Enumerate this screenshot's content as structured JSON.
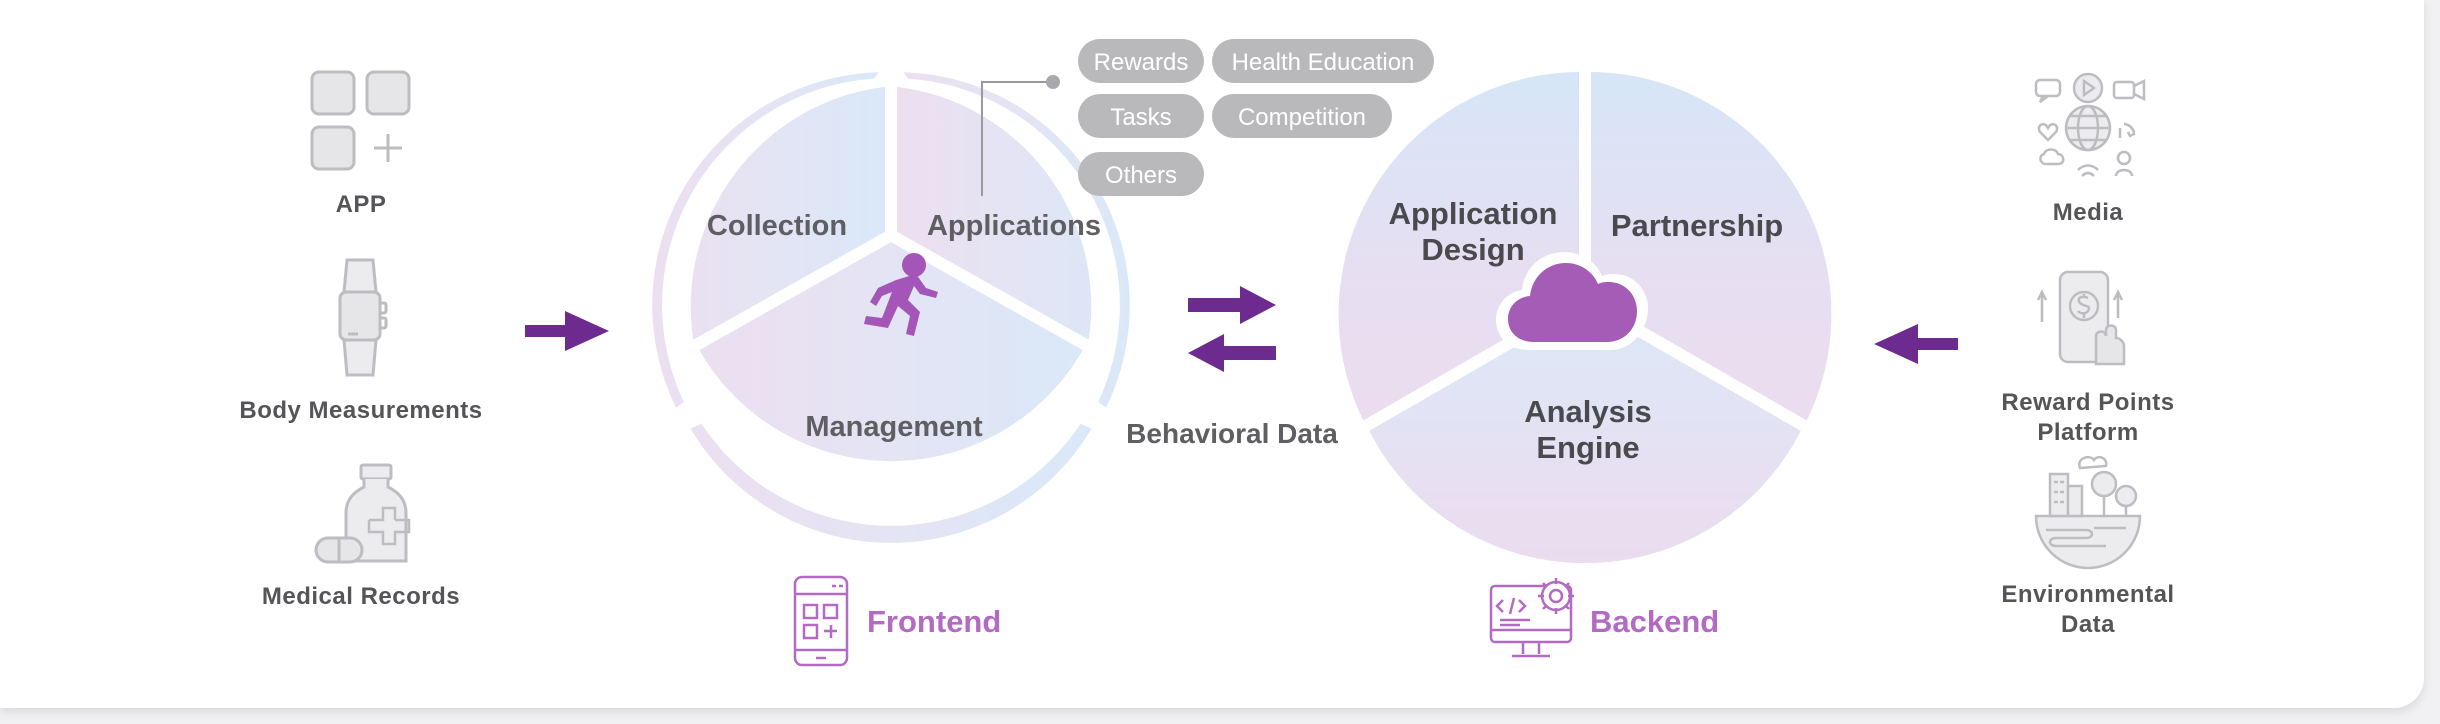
{
  "colors": {
    "accent": "#b36ac3",
    "arrow": "#6d2a8f",
    "icon_gray": "#b8b8bc",
    "pill_gray": "#b9b9bb"
  },
  "left_sources": [
    {
      "label": "APP",
      "icon": "app-grid-icon"
    },
    {
      "label": "Body Measurements",
      "icon": "smartwatch-icon"
    },
    {
      "label": "Medical Records",
      "icon": "medicine-bottle-icon"
    }
  ],
  "frontend": {
    "segments": [
      "Collection",
      "Applications",
      "Management"
    ],
    "center_icon": "runner-icon",
    "label": "Frontend",
    "label_icon": "mobile-qr-icon"
  },
  "application_pills": [
    "Rewards",
    "Health Education",
    "Tasks",
    "Competition",
    "Others"
  ],
  "exchange": {
    "label": "Behavioral Data"
  },
  "backend": {
    "segments": [
      {
        "line1": "Application",
        "line2": "Design"
      },
      {
        "line1": "Partnership",
        "line2": ""
      },
      {
        "line1": "Analysis",
        "line2": "Engine"
      }
    ],
    "center_icon": "cloud-icon",
    "label": "Backend",
    "label_icon": "code-monitor-gear-icon"
  },
  "right_sources": [
    {
      "line1": "Media",
      "line2": "",
      "icon": "media-globe-icon"
    },
    {
      "line1": "Reward Points",
      "line2": "Platform",
      "icon": "phone-hand-dollar-icon"
    },
    {
      "line1": "Environmental",
      "line2": "Data",
      "icon": "city-landscape-icon"
    }
  ]
}
